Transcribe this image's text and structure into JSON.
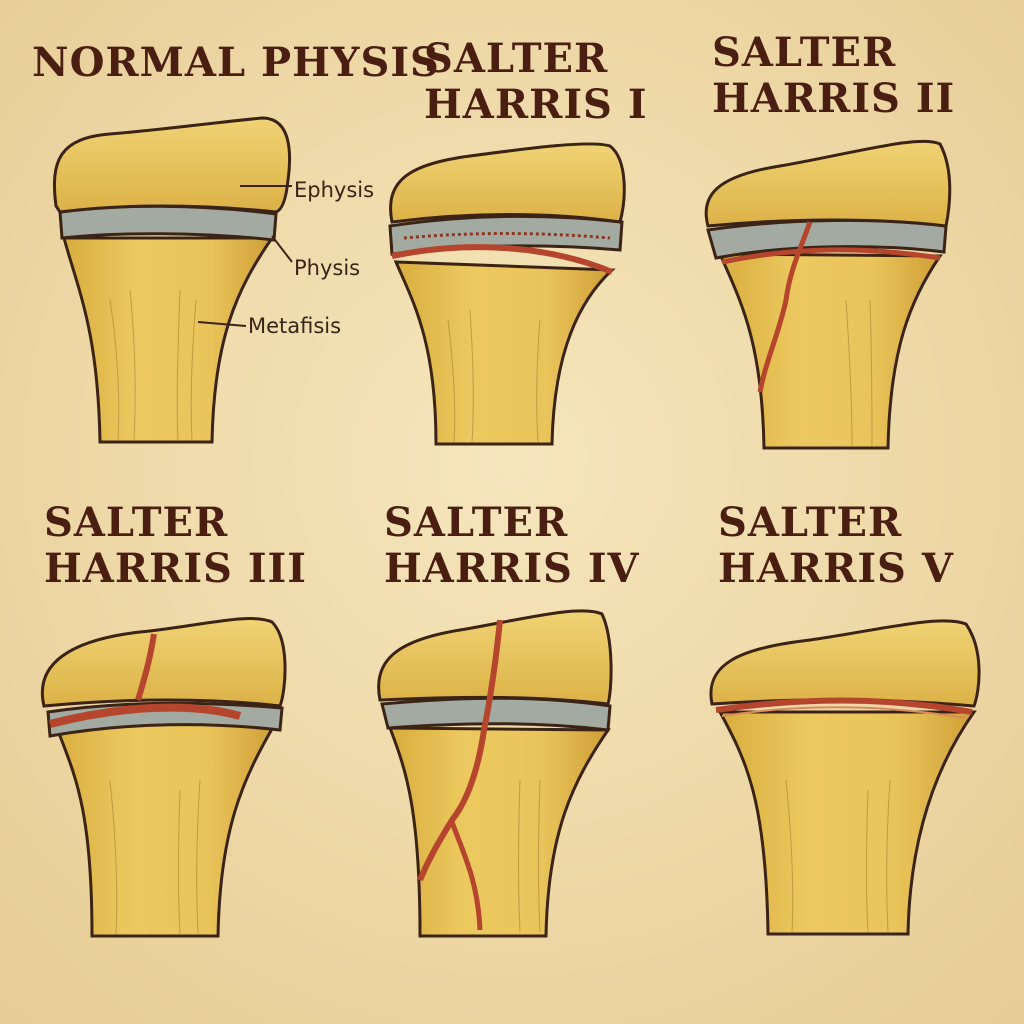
{
  "panels": [
    {
      "title": [
        "NORMAL PHYSIS"
      ]
    },
    {
      "title": [
        "SALTER",
        "HARRIS I"
      ]
    },
    {
      "title": [
        "SALTER",
        "HARRIS II"
      ]
    },
    {
      "title": [
        "SALTER",
        "HARRIS III"
      ]
    },
    {
      "title": [
        "SALTER",
        "HARRIS IV"
      ]
    },
    {
      "title": [
        "SALTER",
        "HARRIS V"
      ]
    }
  ],
  "labels": {
    "epiphysis": "Ephysis",
    "physis": "Physis",
    "metaphysis": "Metafisis"
  },
  "colors": {
    "background": "#f3dfae",
    "bone": "#e8c45a",
    "outline": "#3b2416",
    "physis": "#a3aaa2",
    "fracture": "#b5452c",
    "title": "#4a1f12"
  }
}
